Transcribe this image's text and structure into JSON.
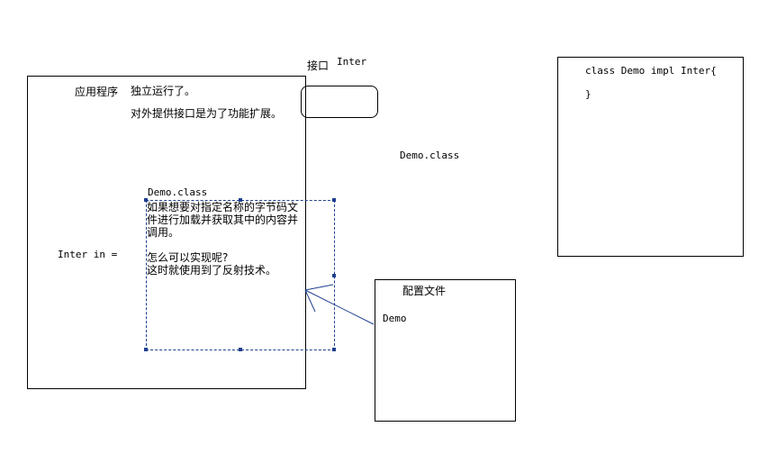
{
  "app_box": {
    "label": "应用程序",
    "note_runs": "独立运行了。",
    "note_interface": "对外提供接口是为了功能扩展。",
    "field_decl": "Inter in ="
  },
  "interface_label": {
    "cn": "接口",
    "name": "Inter"
  },
  "floating_class": "Demo.class",
  "selection": {
    "title": "Demo.class",
    "line1": "如果想要对指定名称的字节码文件进行加载并获取其中的内容并调用。",
    "line2": "怎么可以实现呢?",
    "line3": "这时就使用到了反射技术。"
  },
  "config_box": {
    "title": "配置文件",
    "entry": "Demo"
  },
  "code_box": {
    "line1": "class Demo impl Inter{",
    "line2": "}"
  },
  "colors": {
    "selection_border": "#1f3f8f",
    "arrow": "#1f3f8f"
  }
}
